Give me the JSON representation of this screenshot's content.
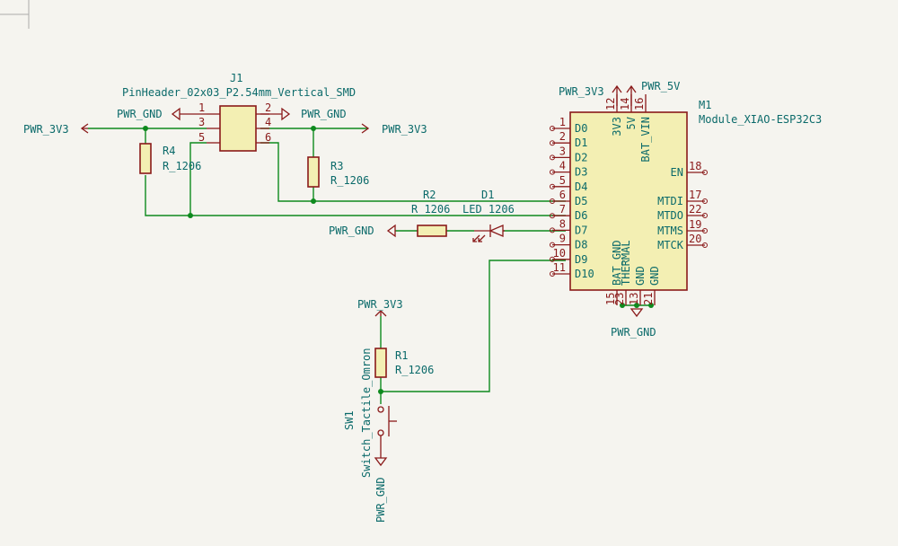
{
  "power": {
    "v33_left": "PWR_3V3",
    "gnd_j1_left": "PWR_GND",
    "gnd_j1_right": "PWR_GND",
    "v33_right": "PWR_3V3",
    "v33_m1": "PWR_3V3",
    "v5_m1": "PWR_5V",
    "gnd_led": "PWR_GND",
    "gnd_m1": "PWR_GND",
    "v33_sw": "PWR_3V3",
    "gnd_sw": "PWR_GND"
  },
  "j1": {
    "ref": "J1",
    "value": "PinHeader_02x03_P2.54mm_Vertical_SMD",
    "pins": [
      "1",
      "2",
      "3",
      "4",
      "5",
      "6"
    ]
  },
  "r4": {
    "ref": "R4",
    "value": "R_1206"
  },
  "r3": {
    "ref": "R3",
    "value": "R_1206"
  },
  "r2": {
    "ref": "R2",
    "value": "R_1206"
  },
  "d1": {
    "ref": "D1",
    "value": "LED_1206"
  },
  "r1": {
    "ref": "R1",
    "value": "R_1206"
  },
  "sw1": {
    "ref": "SW1",
    "value": "Switch_Tactile_Omron"
  },
  "m1": {
    "ref": "M1",
    "value": "Module_XIAO-ESP32C3",
    "left_pins": [
      {
        "num": "1",
        "name": "D0"
      },
      {
        "num": "2",
        "name": "D1"
      },
      {
        "num": "3",
        "name": "D2"
      },
      {
        "num": "4",
        "name": "D3"
      },
      {
        "num": "5",
        "name": "D4"
      },
      {
        "num": "6",
        "name": "D5"
      },
      {
        "num": "7",
        "name": "D6"
      },
      {
        "num": "8",
        "name": "D7"
      },
      {
        "num": "9",
        "name": "D8"
      },
      {
        "num": "10",
        "name": "D9"
      },
      {
        "num": "11",
        "name": "D10"
      }
    ],
    "right_pins": [
      {
        "num": "18",
        "name": "EN"
      },
      {
        "num": "17",
        "name": "MTDI"
      },
      {
        "num": "22",
        "name": "MTDO"
      },
      {
        "num": "19",
        "name": "MTMS"
      },
      {
        "num": "20",
        "name": "MTCK"
      }
    ],
    "top_pins": [
      {
        "num": "12",
        "name": "3V3"
      },
      {
        "num": "14",
        "name": "5V"
      },
      {
        "num": "16",
        "name": "BAT_VIN"
      }
    ],
    "bottom_pins": [
      {
        "num": "15",
        "name": "BAT_GND"
      },
      {
        "num": "23",
        "name": "THERMAL"
      },
      {
        "num": "13",
        "name": "GND"
      },
      {
        "num": "21",
        "name": "GND"
      }
    ]
  }
}
